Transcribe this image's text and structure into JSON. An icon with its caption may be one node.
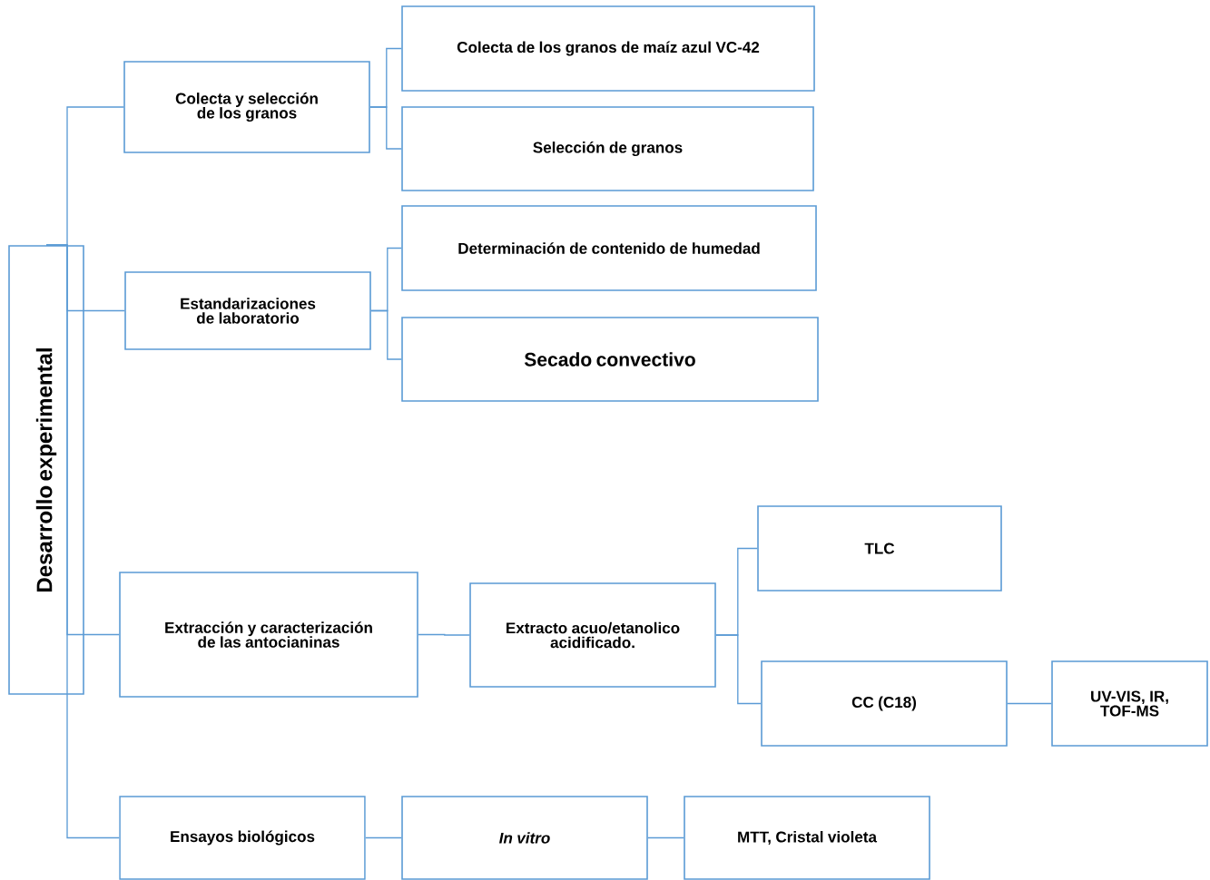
{
  "diagram": {
    "nodes": [
      {
        "text": [
          "Desarrollo experimental"
        ]
      },
      {
        "text": [
          "Colecta y selección de los granos"
        ]
      },
      {
        "text": [
          "Colecta de los granos de maíz azul VC-42"
        ]
      },
      {
        "text": [
          "Selección de granos"
        ]
      },
      {
        "text": [
          "Estandarizaciones de laboratorio"
        ]
      },
      {
        "text": [
          "Determinación de contenido de humedad"
        ]
      },
      {
        "text": [
          "Secado convectivo"
        ]
      },
      {
        "text": [
          "Extracción y caracterización de las antocianinas"
        ]
      },
      {
        "text": [
          "Extracto acuo/etanolico acidificado."
        ]
      },
      {
        "text": [
          "TLC"
        ]
      },
      {
        "text": [
          "CC (C18)"
        ]
      },
      {
        "text": [
          "UV-VIS, IR, TOF-MS"
        ]
      },
      {
        "text": [
          "Ensayos biológicos"
        ]
      },
      {
        "text": [
          "In vitro"
        ]
      },
      {
        "text": [
          "MTT, Cristal violeta"
        ]
      }
    ],
    "edges": [
      {
        "from": 0,
        "to": 1,
        "arrow": "none"
      },
      {
        "from": 0,
        "to": 4,
        "arrow": "none"
      },
      {
        "from": 0,
        "to": 7,
        "arrow": "none"
      },
      {
        "from": 0,
        "to": 12,
        "arrow": "none"
      },
      {
        "from": 1,
        "to": 2,
        "arrow": "none"
      },
      {
        "from": 1,
        "to": 3,
        "arrow": "none"
      },
      {
        "from": 4,
        "to": 5,
        "arrow": "none"
      },
      {
        "from": 4,
        "to": 6,
        "arrow": "none"
      },
      {
        "from": 7,
        "to": 8,
        "arrow": "none"
      },
      {
        "from": 8,
        "to": 9,
        "arrow": "none"
      },
      {
        "from": 8,
        "to": 10,
        "arrow": "none"
      },
      {
        "from": 10,
        "to": 11,
        "arrow": "none"
      },
      {
        "from": 12,
        "to": 13,
        "arrow": "none"
      },
      {
        "from": 13,
        "to": 14,
        "arrow": "none"
      }
    ]
  }
}
